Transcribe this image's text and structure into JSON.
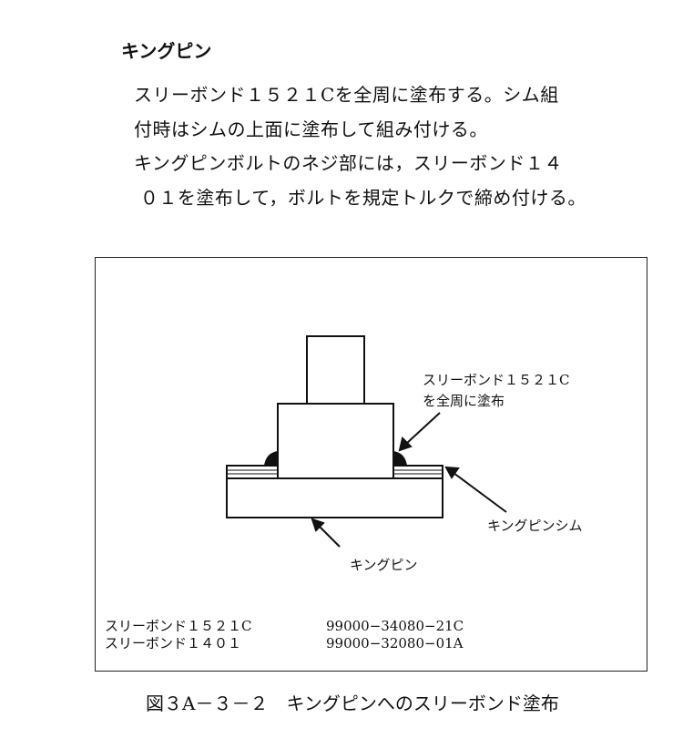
{
  "heading": "キングピン",
  "paragraph_lines": [
    "スリーボンド１５２１Cを全周に塗布する。シム組",
    "付時はシムの上面に塗布して組み付ける。",
    "キングピンボルトのネジ部には，スリーボンド１４",
    " ０１を塗布して，ボルトを規定トルクで締め付ける。"
  ],
  "figure": {
    "callout_sealant_line1": "スリーボンド１５２１C",
    "callout_sealant_line2": "を全周に塗布",
    "callout_shim": "キングピンシム",
    "callout_kingpin": "キングピン",
    "parts": [
      {
        "name": "スリーボンド１５２１C",
        "number": "99000−34080−21C"
      },
      {
        "name": "スリーボンド１４０１",
        "number": "99000−32080−01A"
      }
    ]
  },
  "caption": "図３A－３－２　キングピンへのスリーボンド塗布"
}
